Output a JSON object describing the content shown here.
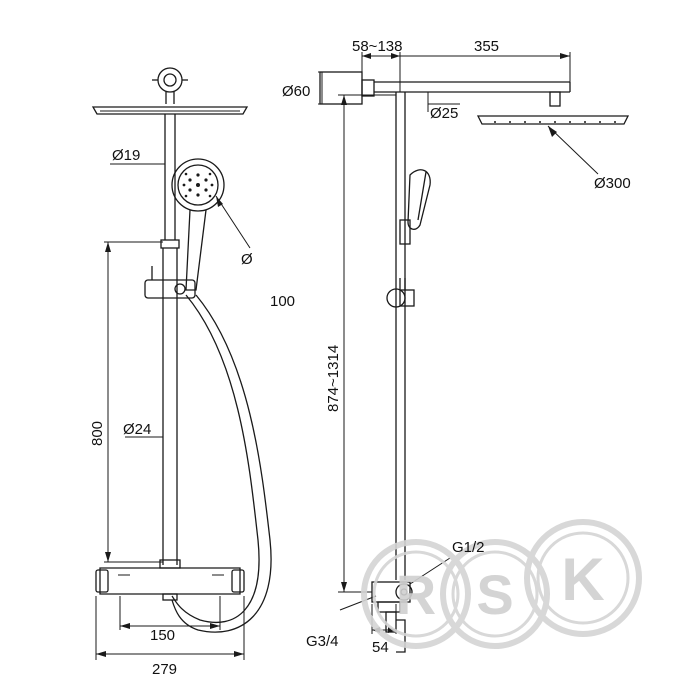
{
  "labels": {
    "head_dia_front": "Ø60",
    "dim_top_a": "58~138",
    "dim_top_b": "355",
    "pipe_dia": "Ø25",
    "rail_dia": "Ø19",
    "showerhead_dia": "Ø300",
    "handshower_dia": "Ø",
    "dim_100": "100",
    "dim_height_side": "874~1314",
    "dim_height_front": "800",
    "bar_dia": "Ø24",
    "inlet_g12": "G1/2",
    "inlet_g34": "G3/4",
    "dim_54": "54",
    "dim_150": "150",
    "dim_279": "279"
  },
  "watermark": {
    "letters": [
      "R",
      "S",
      "K"
    ],
    "color": "#d0d0d0"
  }
}
